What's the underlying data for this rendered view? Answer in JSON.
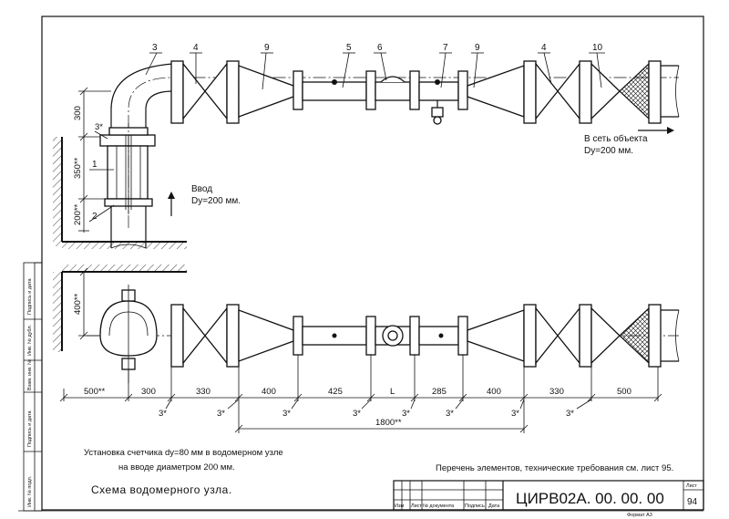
{
  "title_block": {
    "code": "ЦИРВ02А. 00. 00. 00",
    "sheet_header": "Лист",
    "sheet_number": "94",
    "format": "Формат А3",
    "columns": [
      "Изм",
      "Лист",
      "№ документа",
      "Подпись",
      "Дата"
    ]
  },
  "side_stamp": [
    "Подпись и дата",
    "Инв. № дубл.",
    "Взам. инв. №",
    "Подпись и дата",
    "Инв. № подл."
  ],
  "callouts": [
    "3",
    "4",
    "9",
    "5",
    "6",
    "7",
    "9",
    "4",
    "10",
    "1",
    "2"
  ],
  "plan_labels": {
    "inlet": "Ввод",
    "inlet_diameter": "Dy=200 мм.",
    "outlet": "В сеть объекта",
    "outlet_diameter": "Dy=200 мм."
  },
  "vertical_dims": {
    "top_300": "300",
    "mid_350": "350**",
    "low_200": "200**",
    "section_400": "400**"
  },
  "weld_mark": "3*",
  "horizontal_dims": [
    "500**",
    "300",
    "330",
    "400",
    "425",
    "L",
    "285",
    "400",
    "330",
    "500"
  ],
  "overall_dim": "1800**",
  "notes": {
    "meter_line1": "Установка счетчика dy=80 мм в водомерном узле",
    "meter_line2": "на вводе диаметром 200 мм.",
    "reference": "Перечень элементов, технические требования см. лист 95.",
    "caption": "Схема водомерного узла."
  }
}
